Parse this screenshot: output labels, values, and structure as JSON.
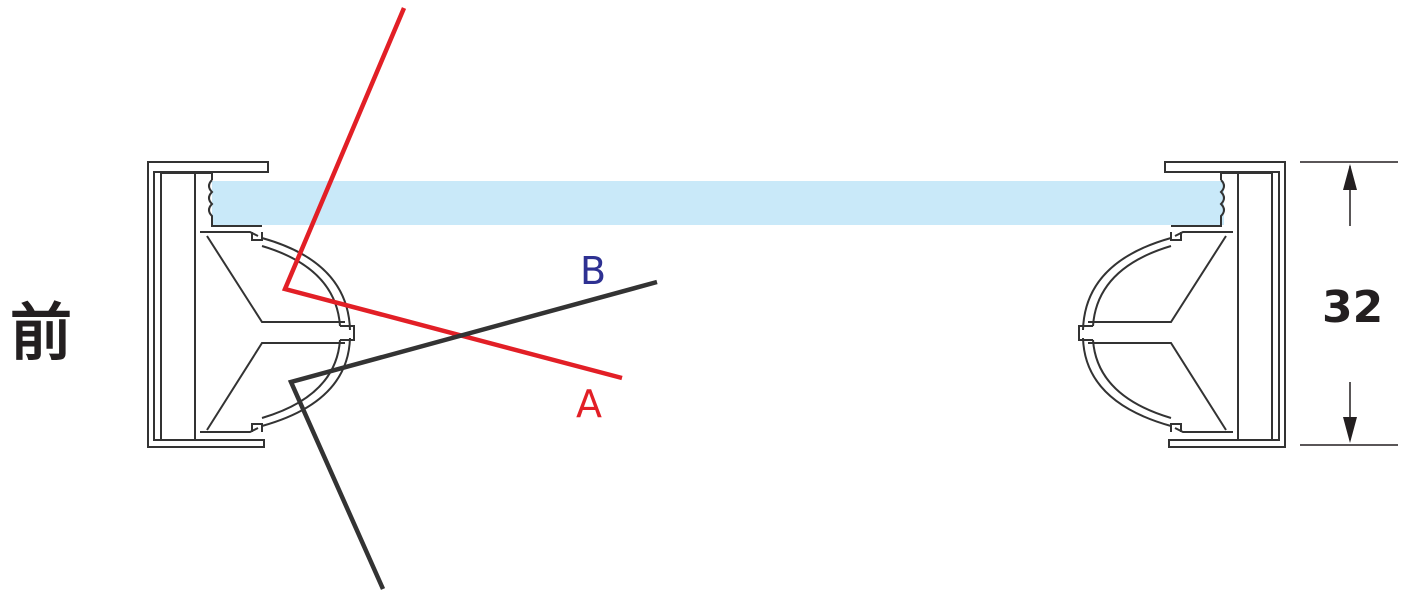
{
  "labels": {
    "front": "前",
    "dimension": "32",
    "line_a": "A",
    "line_b": "B"
  },
  "colors": {
    "glass": "#c9e9f9",
    "profile_stroke": "#333333",
    "line_a": "#e21f26",
    "line_b": "#333333",
    "label_b": "#2e3192",
    "text": "#231f20"
  }
}
